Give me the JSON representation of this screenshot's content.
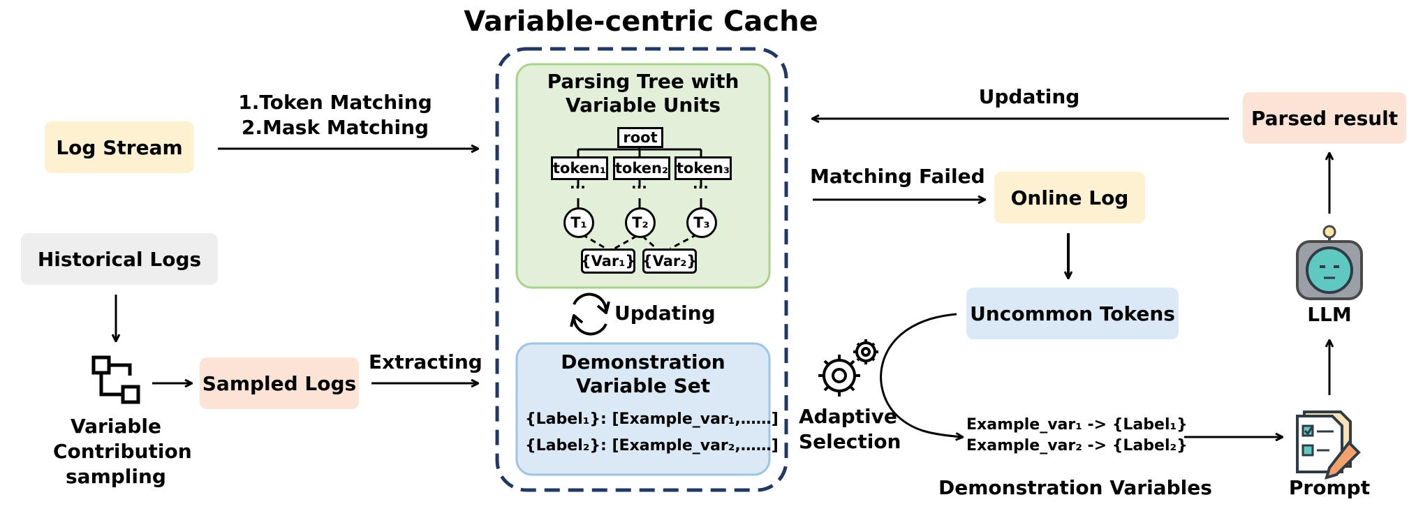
{
  "cache": {
    "title": "Variable-centric Cache",
    "tree": {
      "title_line1": "Parsing Tree with",
      "title_line2": "Variable Units",
      "root": "root",
      "tokens": [
        "token₁",
        "token₂",
        "token₃"
      ],
      "ellipsis": "···",
      "templates": [
        "T₁",
        "T₂",
        "T₃"
      ],
      "vars": [
        "{Var₁}",
        "{Var₂}"
      ]
    },
    "updating_label": "Updating",
    "demo_set": {
      "title_line1": "Demonstration",
      "title_line2": "Variable Set",
      "rows": [
        "{Label₁}: [Example_var₁,……]",
        "{Label₂}: [Example_var₂,……]"
      ]
    }
  },
  "left": {
    "log_stream": "Log Stream",
    "matching_line1": "1.Token Matching",
    "matching_line2": "2.Mask Matching",
    "historical_logs": "Historical Logs",
    "sampling_line1": "Variable",
    "sampling_line2": "Contribution",
    "sampling_line3": "sampling",
    "sampled_logs": "Sampled Logs",
    "extracting": "Extracting"
  },
  "right": {
    "updating": "Updating",
    "parsed_result": "Parsed result",
    "matching_failed": "Matching Failed",
    "online_log": "Online Log",
    "uncommon_tokens": "Uncommon Tokens",
    "adaptive_line1": "Adaptive",
    "adaptive_line2": "Selection",
    "demo_lines": [
      "Example_var₁ -> {Label₁}",
      "Example_var₂ -> {Label₂}"
    ],
    "demo_variables": "Demonstration Variables",
    "llm": "LLM",
    "prompt": "Prompt"
  },
  "colors": {
    "yellow": "#fdf1d2",
    "gray": "#eeeeee",
    "peach": "#fbe3d6",
    "blue": "#dbe9f6",
    "green_fill": "#e2efd9",
    "green_border": "#a9d18e",
    "blue_border": "#9dc3e6",
    "cache_border": "#1f3864"
  }
}
